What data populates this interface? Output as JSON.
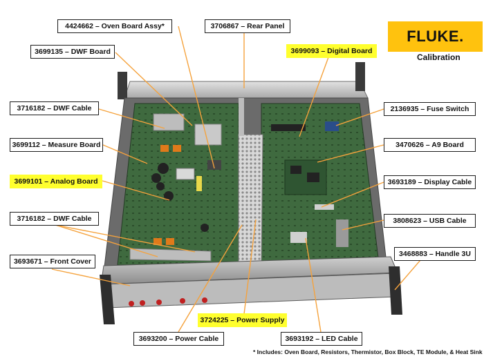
{
  "brand": {
    "logo_text": "FLUKE.",
    "logo_sub": "Calibration",
    "logo_color": "#ffc20e"
  },
  "labels": {
    "oven_board": "4424662 – Oven Board Assy*",
    "rear_panel": "3706867 – Rear Panel",
    "dwf_board": "3699135 – DWF Board",
    "digital_board": "3699093 – Digital Board",
    "dwf_cable_top": "3716182 – DWF Cable",
    "fuse_switch": "2136935 – Fuse Switch",
    "measure_board": "3699112 – Measure Board",
    "a9_board": "3470626 – A9 Board",
    "analog_board": "3699101 – Analog Board",
    "display_cable": "3693189 – Display Cable",
    "dwf_cable_bottom": "3716182 – DWF Cable",
    "usb_cable": "3808623 – USB Cable",
    "front_cover": "3693671 – Front Cover",
    "handle": "3468883 – Handle 3U",
    "power_supply": "3724225 – Power Supply",
    "power_cable": "3693200 – Power Cable",
    "led_cable": "3693192 – LED Cable"
  },
  "footnote": "* Includes: Oven Board, Resistors, Thermistor, Box Block, TE Module, & Heat Sink",
  "colors": {
    "highlight": "#ffff2e",
    "leader_line": "#f5a23c"
  }
}
